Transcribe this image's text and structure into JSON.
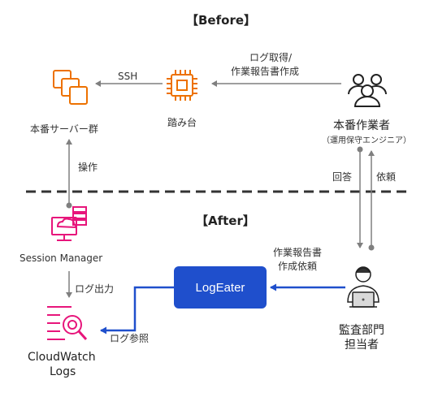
{
  "before_title": "【Before】",
  "after_title": "【After】",
  "nodes": {
    "prod_servers": "本番サーバー群",
    "bastion": "踏み台",
    "operator_title": "本番作業者",
    "operator_sub": "（運用保守エンジニア）",
    "session_manager": "Session Manager",
    "cloudwatch_line1": "CloudWatch",
    "cloudwatch_line2": "Logs",
    "logeater": "LogEater",
    "audit_line1": "監査部門",
    "audit_line2": "担当者"
  },
  "edges": {
    "ssh": "SSH",
    "log_get_line1": "ログ取得/",
    "log_get_line2": "作業報告書作成",
    "operate": "操作",
    "reply": "回答",
    "request": "依頼",
    "log_output": "ログ出力",
    "report_req_line1": "作業報告書",
    "report_req_line2": "作成依頼",
    "log_ref": "ログ参照"
  },
  "colors": {
    "aws_orange": "#ED7100",
    "aws_pink": "#E7157B",
    "blue": "#1f4fcc",
    "gray_arrow": "#7f7f7f"
  }
}
